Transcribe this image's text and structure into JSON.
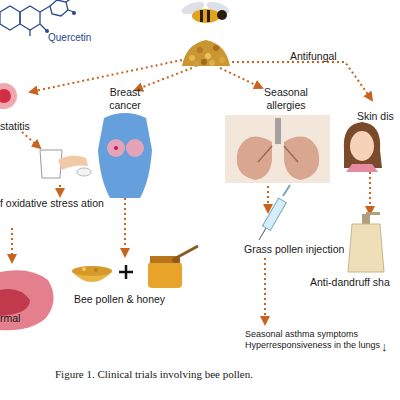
{
  "diagram": {
    "caption": "Figure 1. Clinical trials involving bee pollen.",
    "labels": [
      "Quercetin",
      "Antifungal",
      "Breast cancer",
      "Seasonal allergies",
      "Skin dis",
      "statitis",
      "f oxidative stress ation",
      "Bee pollen & honey",
      "Grass pollen injection",
      "Anti-dandruff sha",
      "Seasonal asthma symptoms Hyperresponsiveness in the lungs",
      "↓",
      "rmal"
    ]
  }
}
